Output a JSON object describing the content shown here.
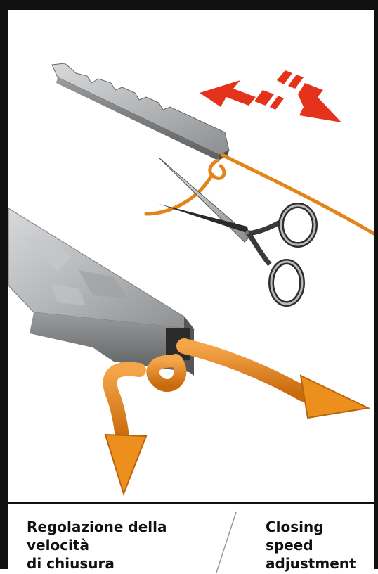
{
  "caption": {
    "italian_line1": "Regolazione della velocità",
    "italian_line2": "di chiusura",
    "english_line1": "Closing speed",
    "english_line2": "adjustment"
  },
  "colors": {
    "border": "#111111",
    "cord": "#e8871a",
    "arrow_red": "#e5321b",
    "metal": "#a9abad"
  },
  "icons": [
    "double-arrow-icon",
    "scissors-icon"
  ]
}
